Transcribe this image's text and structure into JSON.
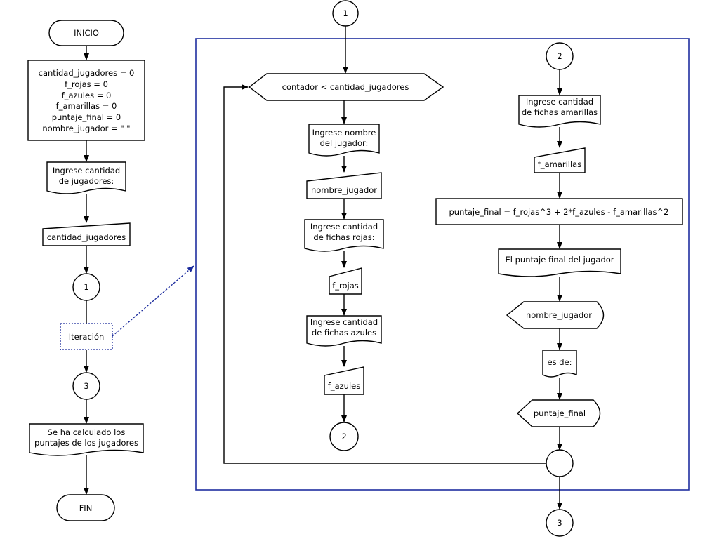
{
  "left": {
    "inicio": "INICIO",
    "init_lines": [
      "cantidad_jugadores = 0",
      "f_rojas = 0",
      "f_azules = 0",
      "f_amarillas = 0",
      "puntaje_final = 0",
      "nombre_jugador = \" \""
    ],
    "prompt_players": [
      "Ingrese cantidad",
      "de jugadores:"
    ],
    "input_players": "cantidad_jugadores",
    "connector_1": "1",
    "iteration": "Iteración",
    "connector_3": "3",
    "done_msg": [
      "Se ha calculado los",
      "puntajes de los jugadores"
    ],
    "fin": "FIN"
  },
  "loop": {
    "connector_top": "1",
    "condition": "contador < cantidad_jugadores",
    "prompt_name": [
      "Ingrese nombre",
      "del jugador:"
    ],
    "input_name": "nombre_jugador",
    "prompt_red": [
      "Ingrese cantidad",
      "de fichas rojas:"
    ],
    "input_red": "f_rojas",
    "prompt_blue": [
      "Ingrese cantidad",
      "de fichas azules"
    ],
    "input_blue": "f_azules",
    "connector_2_bottom": "2",
    "connector_2_top": "2",
    "prompt_yellow": [
      "Ingrese cantidad",
      "de fichas amarillas"
    ],
    "input_yellow": "f_amarillas",
    "formula": "puntaje_final = f_rojas^3 + 2*f_azules - f_amarillas^2",
    "out_msg": "El puntaje final del jugador",
    "out_name": "nombre_jugador",
    "out_esde": "es de:",
    "out_score": "puntaje_final",
    "connector_3_exit": "3"
  },
  "colors": {
    "frame": "#1f2fa0",
    "dotted": "#1a2a9c",
    "line": "#000000"
  }
}
